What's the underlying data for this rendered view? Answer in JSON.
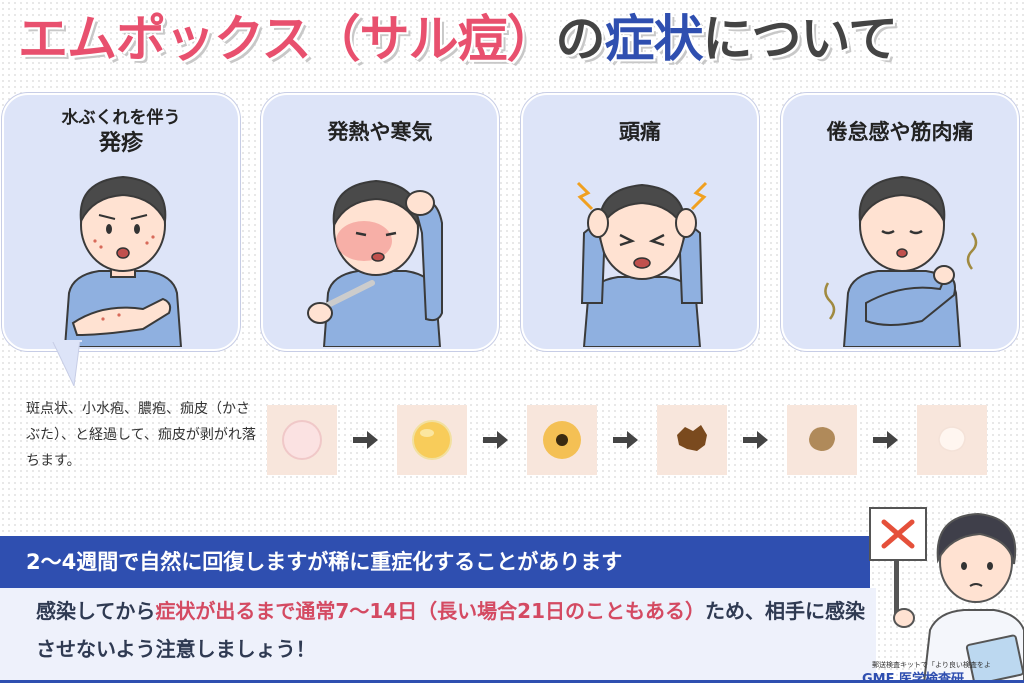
{
  "title": {
    "part1": "エムポックス（サル痘）",
    "part2": "の",
    "part3": "症状",
    "part4": "について"
  },
  "symptoms": [
    {
      "line1": "水ぶくれを伴う",
      "line2": "発疹"
    },
    {
      "label": "発熱や寒気"
    },
    {
      "label": "頭痛"
    },
    {
      "label": "倦怠感や筋肉痛"
    }
  ],
  "rash_description": "斑点状、小水疱、膿疱、痂皮（かさぶた）、と経過して、痂皮が剥がれ落ちます。",
  "recovery_banner": "2〜4週間で自然に回復しますが稀に重症化することがあります",
  "notice": {
    "pre": "感染してから",
    "red": "症状が出るまで通常7〜14日（長い場合21日のこともある）",
    "post": "ため、相手に感染させないよう注意しましょう！"
  },
  "logo": {
    "tagline": "郵送検査キットで「より良い検査をよ",
    "brand": "GME 医学検査研"
  },
  "colors": {
    "title_pink": "#e8506e",
    "title_blue": "#2f4fb0",
    "card_bg": "#dde4f8",
    "banner_bg": "#2f4fb0",
    "notice_red": "#d44a62"
  }
}
